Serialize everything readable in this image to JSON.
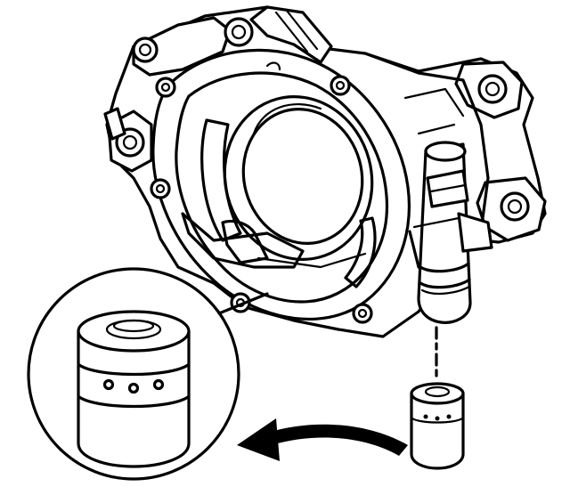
{
  "colors": {
    "ink": "#000000",
    "paper": "#ffffff"
  },
  "parts": [
    {
      "id": "pump-housing",
      "icon": "oil-pump-housing-drawing"
    },
    {
      "id": "relief-valve-bore",
      "icon": "valve-bore-drawing"
    },
    {
      "id": "valve-plunger",
      "icon": "cylindrical-plunger-drawing"
    },
    {
      "id": "detail-magnifier",
      "icon": "magnified-detail-circle"
    },
    {
      "id": "direction-arrow",
      "icon": "curved-arrow-icon"
    }
  ]
}
